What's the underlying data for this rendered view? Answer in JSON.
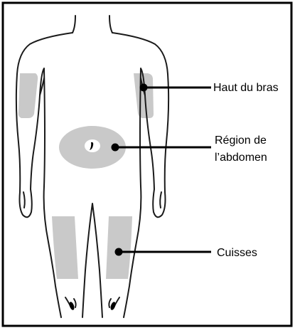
{
  "labels": {
    "upper_arm": "Haut du bras",
    "abdomen_line1": "Région de",
    "abdomen_line2": "l’abdomen",
    "thighs": "Cuisses"
  },
  "colors": {
    "frame": "#000000",
    "outline": "#1a1a1a",
    "injection_zone": "#c9c9c9",
    "navel": "#ffffff",
    "marker": "#000000"
  }
}
